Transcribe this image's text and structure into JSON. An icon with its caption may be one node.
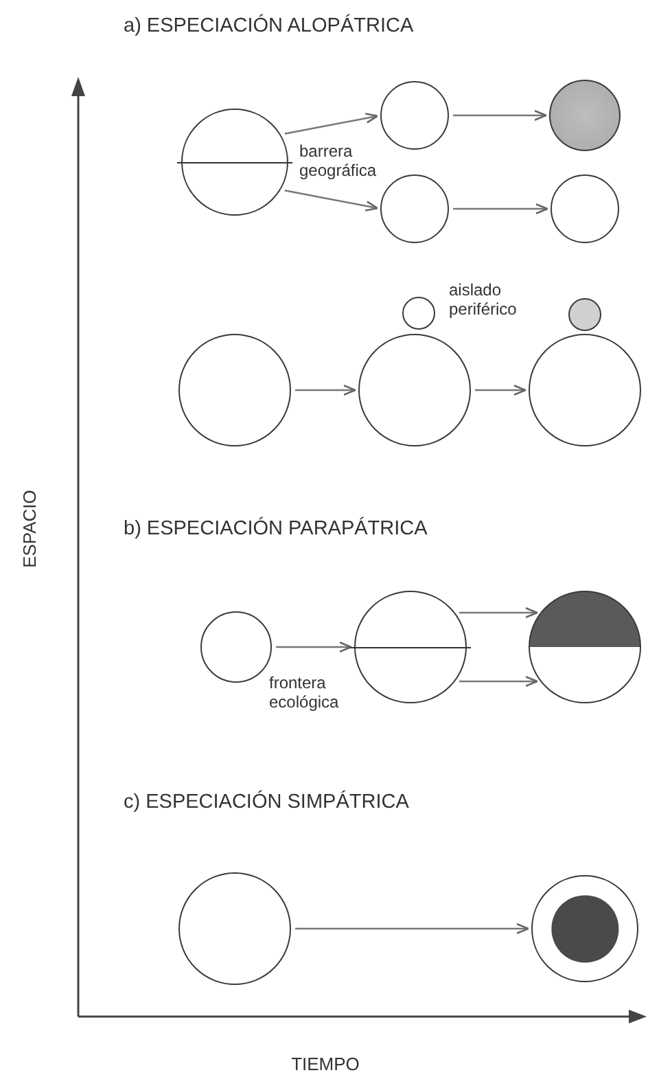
{
  "diagram": {
    "nodes": [
      {
        "text": [],
        "shape": "circle"
      },
      {
        "text": [],
        "shape": "circle"
      },
      {
        "text": [],
        "shape": "circle"
      },
      {
        "text": [],
        "shape": "circle"
      },
      {
        "text": [],
        "shape": "circle"
      },
      {
        "text": [],
        "shape": "circle"
      },
      {
        "text": [],
        "shape": "circle"
      },
      {
        "text": [],
        "shape": "circle"
      },
      {
        "text": [],
        "shape": "circle"
      },
      {
        "text": [],
        "shape": "circle"
      },
      {
        "text": [],
        "shape": "circle"
      },
      {
        "text": [],
        "shape": "circle"
      },
      {
        "text": [],
        "shape": "circle"
      },
      {
        "text": [],
        "shape": "circle"
      },
      {
        "text": [],
        "shape": "circle"
      }
    ],
    "edges": [
      {
        "from": 0,
        "to": 1,
        "arrow": "to"
      },
      {
        "from": 0,
        "to": 3,
        "arrow": "to"
      },
      {
        "from": 1,
        "to": 2,
        "arrow": "to"
      },
      {
        "from": 3,
        "to": 4,
        "arrow": "to"
      },
      {
        "from": 7,
        "to": 8,
        "arrow": "to"
      },
      {
        "from": 8,
        "to": 9,
        "arrow": "to"
      },
      {
        "from": 10,
        "to": 11,
        "arrow": "to"
      },
      {
        "from": 11,
        "to": 12,
        "arrow": "to"
      },
      {
        "from": 11,
        "to": 12,
        "arrow": "to"
      },
      {
        "from": 13,
        "to": 14,
        "arrow": "to"
      }
    ],
    "labels": [
      "a) ESPECIACIÓN ALOPÁTRICA",
      "barrera geográfica",
      "aislado periférico",
      "b) ESPECIACIÓN PARAPÁTRICA",
      "frontera ecológica",
      "c) ESPECIACIÓN SIMPÁTRICA",
      "ESPACIO",
      "TIEMPO"
    ]
  }
}
